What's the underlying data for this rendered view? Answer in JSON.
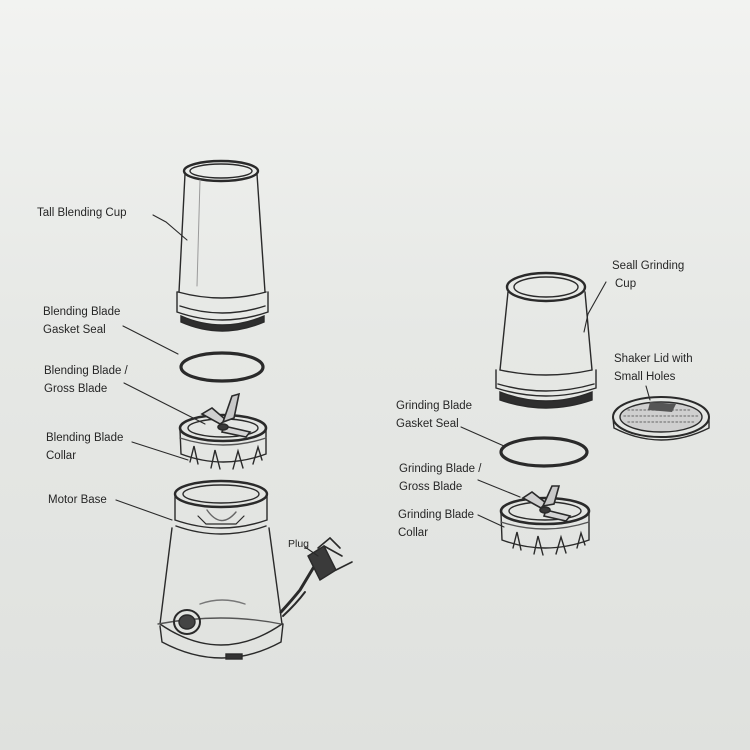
{
  "labels": {
    "tall_blending_cup": "Tall Blending Cup",
    "blending_gasket_1": "Blending Blade",
    "blending_gasket_2": "Gasket Seal",
    "blending_blade_1": "Blending Blade /",
    "blending_blade_2": "Gross Blade",
    "blending_collar_1": "Blending Blade",
    "blending_collar_2": "Collar",
    "motor_base": "Motor Base",
    "plug": "Plug",
    "grinding_cup_1": "Seall Grinding",
    "grinding_cup_2": "Cup",
    "shaker_lid_1": "Shaker Lid with",
    "shaker_lid_2": "Small Holes",
    "grinding_gasket_1": "Grinding Blade",
    "grinding_gasket_2": "Gasket Seal",
    "grinding_blade_1": "Grinding Blade /",
    "grinding_blade_2": "Gross Blade",
    "grinding_collar_1": "Grinding Blade",
    "grinding_collar_2": "Collar"
  }
}
